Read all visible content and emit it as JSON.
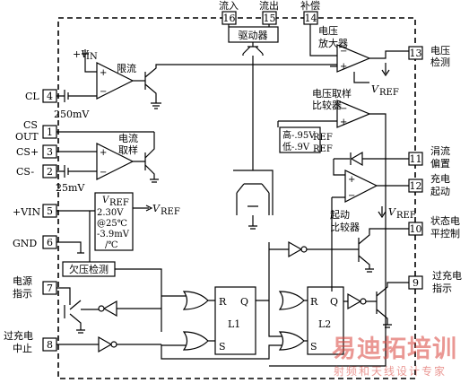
{
  "pins_top": [
    {
      "num": "16",
      "label": "流入"
    },
    {
      "num": "15",
      "label": "流出"
    },
    {
      "num": "14",
      "label": "补偿"
    }
  ],
  "pins_left": [
    {
      "num": "4",
      "label": "CL"
    },
    {
      "num": "1",
      "label_line1": "CS",
      "label_line2": "OUT"
    },
    {
      "num": "3",
      "label": "CS+"
    },
    {
      "num": "2",
      "label": "CS-"
    },
    {
      "num": "5",
      "label": "+VIN"
    },
    {
      "num": "6",
      "label": "GND"
    },
    {
      "num": "7",
      "label_line1": "电源",
      "label_line2": "指示"
    },
    {
      "num": "8",
      "label_line1": "过充电",
      "label_line2": "中止"
    }
  ],
  "pins_right": [
    {
      "num": "13",
      "label_line1": "电压",
      "label_line2": "检测"
    },
    {
      "num": "11",
      "label_line1": "涓流",
      "label_line2": "偏置"
    },
    {
      "num": "12",
      "label_line1": "充电",
      "label_line2": "起动"
    },
    {
      "num": "10",
      "label_line1": "状态电",
      "label_line2": "平控制"
    },
    {
      "num": "9",
      "label_line1": "过充电",
      "label_line2": "指示"
    }
  ],
  "blocks": {
    "driver": "驱动器",
    "current_limit": "限流",
    "current_sense_1": "电流",
    "current_sense_2": "取样",
    "voltage_amp_1": "电压",
    "voltage_amp_2": "放大器",
    "voltage_comp_1": "电压取样",
    "voltage_comp_2": "比较器",
    "threshold_high": "高-.95V",
    "threshold_high_sub": "REF",
    "threshold_low": "低-.9V",
    "threshold_low_sub": "REF",
    "start_comp_1": "起动",
    "start_comp_2": "比较器",
    "uvlo": "欠压检测",
    "vref_block": [
      "V",
      "2.30V",
      "@25℃",
      "-3.9mV",
      "/℃"
    ],
    "vref_block_sub": "REF",
    "latch1": "L1",
    "latch2": "L2",
    "r": "R",
    "s": "S",
    "q": "Q"
  },
  "labels": {
    "vin_symbol": "+V",
    "vin_sub": "IN",
    "cl_voltage": "250mV",
    "cs_voltage": "25mV",
    "vref": "V",
    "vref_sub": "REF",
    "plus": "+",
    "minus": "−"
  },
  "watermark": {
    "brand": "易迪拓培训",
    "slogan": "射频和天线设计专家"
  }
}
